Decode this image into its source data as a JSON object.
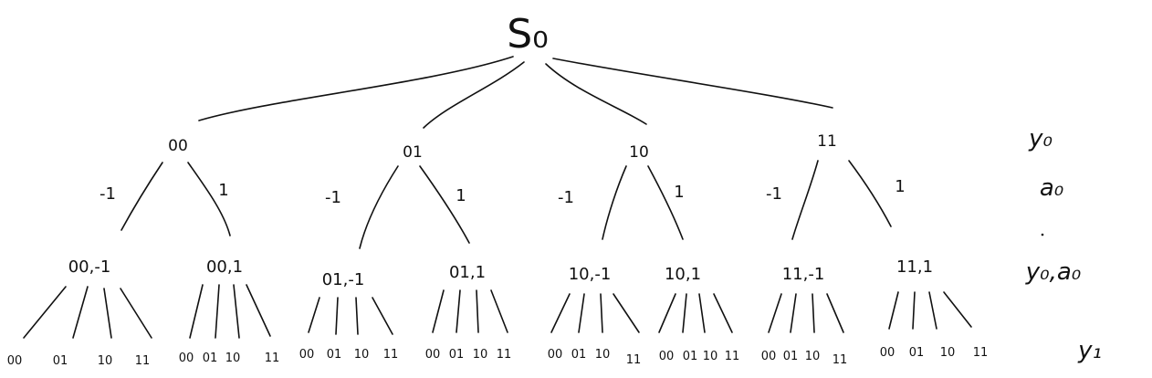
{
  "root": {
    "label": "S₀"
  },
  "level1": [
    {
      "label": "00",
      "left_edge": "-1",
      "right_edge": "1"
    },
    {
      "label": "01",
      "left_edge": "-1",
      "right_edge": "1"
    },
    {
      "label": "10",
      "left_edge": "-1",
      "right_edge": "1"
    },
    {
      "label": "11",
      "left_edge": "-1",
      "right_edge": "1"
    }
  ],
  "level2": [
    {
      "label": "00,-1",
      "leaves": [
        "00",
        "01",
        "10",
        "11"
      ]
    },
    {
      "label": "00,1",
      "leaves": [
        "00",
        "01",
        "10",
        "11"
      ]
    },
    {
      "label": "01,-1",
      "leaves": [
        "00",
        "01",
        "10",
        "11"
      ]
    },
    {
      "label": "01,1",
      "leaves": [
        "00",
        "01",
        "10",
        "11"
      ]
    },
    {
      "label": "10,-1",
      "leaves": [
        "00",
        "01",
        "10",
        "11"
      ]
    },
    {
      "label": "10,1",
      "leaves": [
        "00",
        "01",
        "10",
        "11"
      ]
    },
    {
      "label": "11,-1",
      "leaves": [
        "00",
        "01",
        "10",
        "11"
      ]
    },
    {
      "label": "11,1",
      "leaves": [
        "00",
        "01",
        "10",
        "11"
      ]
    }
  ],
  "row_labels": [
    "y₀",
    "a₀",
    "y₀,a₀",
    "y₁"
  ]
}
